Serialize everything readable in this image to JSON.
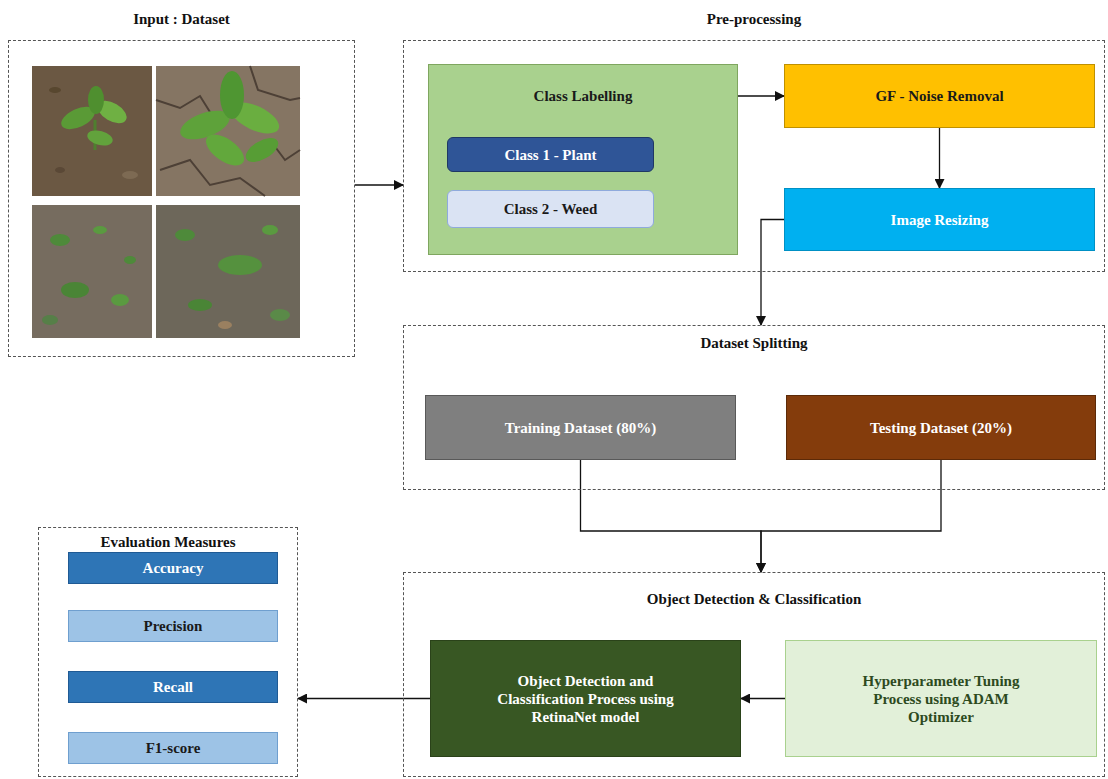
{
  "diagram": {
    "nodes": [
      {
        "text": [
          "Input : Dataset"
        ]
      },
      {
        "text": [
          "Pre-processing"
        ]
      },
      {
        "text": [
          "Class Labelling"
        ],
        "in": 1
      },
      {
        "text": [
          "Class 1 - Plant"
        ],
        "in": 2
      },
      {
        "text": [
          "Class 2 - Weed"
        ],
        "in": 2
      },
      {
        "text": [
          "GF - Noise Removal"
        ],
        "in": 1
      },
      {
        "text": [
          "Image Resizing"
        ],
        "in": 1
      },
      {
        "text": [
          "Dataset Splitting"
        ]
      },
      {
        "text": [
          "Training Dataset (80%)"
        ],
        "in": 7
      },
      {
        "text": [
          "Testing Dataset (20%)"
        ],
        "in": 7
      },
      {
        "text": [
          "Evaluation Measures"
        ]
      },
      {
        "text": [
          "Accuracy"
        ],
        "in": 10
      },
      {
        "text": [
          "Precision"
        ],
        "in": 10
      },
      {
        "text": [
          "Recall"
        ],
        "in": 10
      },
      {
        "text": [
          "F1-score"
        ],
        "in": 10
      },
      {
        "text": [
          "Object Detection & Classification"
        ]
      },
      {
        "text": [
          "Object Detection and Classification Process using RetinaNet model"
        ],
        "in": 15
      },
      {
        "text": [
          "Hyperparameter Tuning Process using ADAM Optimizer"
        ],
        "in": 15
      }
    ],
    "edges": [
      {
        "from": 0,
        "to": 1,
        "arrow": "to"
      },
      {
        "from": 2,
        "to": 5,
        "arrow": "to"
      },
      {
        "from": 5,
        "to": 6,
        "arrow": "to"
      },
      {
        "from": 6,
        "to": 7,
        "arrow": "to"
      },
      {
        "from": 8,
        "to": 15,
        "arrow": "to"
      },
      {
        "from": 9,
        "to": 15,
        "arrow": "to"
      },
      {
        "from": 17,
        "to": 16,
        "arrow": "to"
      },
      {
        "from": 16,
        "to": 10,
        "arrow": "to"
      }
    ]
  }
}
